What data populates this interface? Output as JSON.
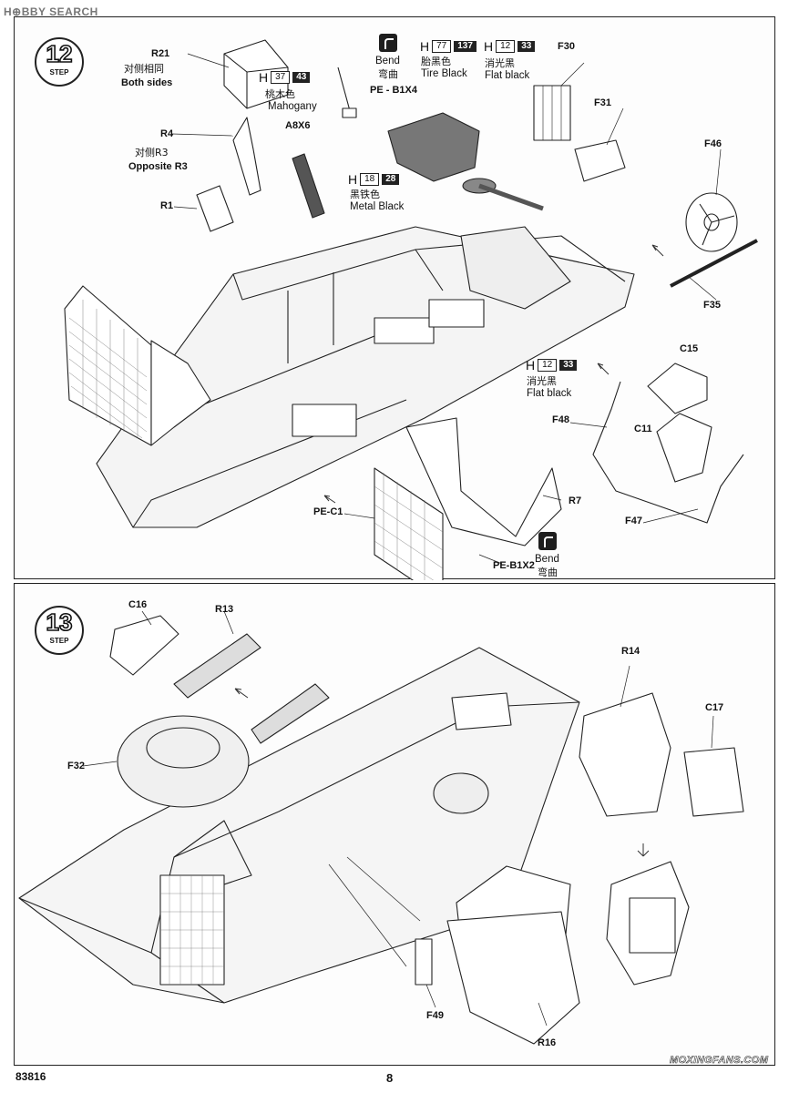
{
  "header": {
    "site": "H⊕BBY SEARCH"
  },
  "footer": {
    "code": "83816",
    "page": "8",
    "watermark": "MOXINGFANS.COM"
  },
  "step12": {
    "number": "12",
    "word": "STEP",
    "labels": {
      "r21": "R21",
      "r21_cn": "对侧相同",
      "r21_en": "Both sides",
      "r4": "R4",
      "r4_cn": "对侧R3",
      "r4_en": "Opposite R3",
      "r1": "R1",
      "a8x6": "A8X6",
      "pe_b1x4": "PE - B1X4",
      "bend_en": "Bend",
      "bend_cn": "弯曲",
      "f30": "F30",
      "f31": "F31",
      "f46": "F46",
      "f35": "F35",
      "c15": "C15",
      "c11": "C11",
      "f48": "F48",
      "f47": "F47",
      "r7": "R7",
      "pe_c1": "PE-C1",
      "pe_b1x2": "PE-B1X2",
      "bend2_en": "Bend",
      "bend2_cn": "弯曲"
    },
    "paints": [
      {
        "h": "H",
        "code1": "37",
        "code2": "43",
        "cn": "桃木色",
        "en": "Mahogany"
      },
      {
        "h": "H",
        "code1": "77",
        "code2": "137",
        "cn": "胎黑色",
        "en": "Tire Black"
      },
      {
        "h": "H",
        "code1": "12",
        "code2": "33",
        "cn": "消光黑",
        "en": "Flat black"
      },
      {
        "h": "H",
        "code1": "18",
        "code2": "28",
        "cn": "黑铁色",
        "en": "Metal  Black"
      },
      {
        "h": "H",
        "code1": "12",
        "code2": "33",
        "cn": "消光黑",
        "en": "Flat black"
      }
    ]
  },
  "step13": {
    "number": "13",
    "word": "STEP",
    "labels": {
      "c16": "C16",
      "r13": "R13",
      "f32": "F32",
      "r14": "R14",
      "c17": "C17",
      "f49": "F49",
      "r16": "R16"
    }
  }
}
